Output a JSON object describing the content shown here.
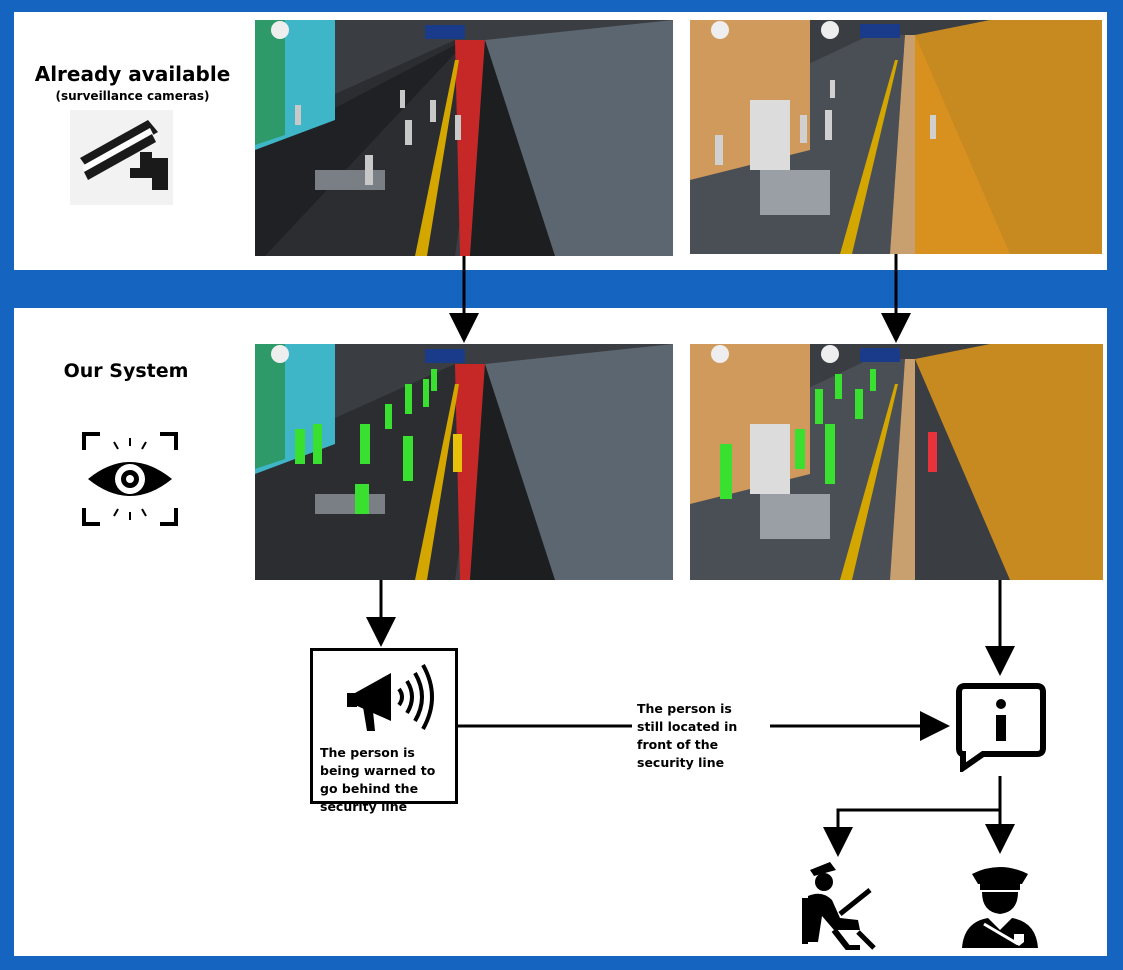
{
  "top": {
    "title": "Already available",
    "subtitle": "(surveillance cameras)",
    "icon": "cctv-camera-icon"
  },
  "bottom": {
    "title": "Our System",
    "icon": "eye-scan-icon"
  },
  "alert": {
    "icon": "megaphone-icon",
    "text": "The person is being warned to go behind the security line"
  },
  "flow": {
    "label": "The person is still located in front of the security line"
  },
  "escalation": {
    "notify_icon": "info-message-icon",
    "icons": [
      "seated-officer-icon",
      "police-officer-icon"
    ]
  },
  "colors": {
    "frame": "#1565c0",
    "detected_safe": "#39e02f",
    "detected_warning": "#e8c20a",
    "detected_danger": "#e8323c"
  }
}
